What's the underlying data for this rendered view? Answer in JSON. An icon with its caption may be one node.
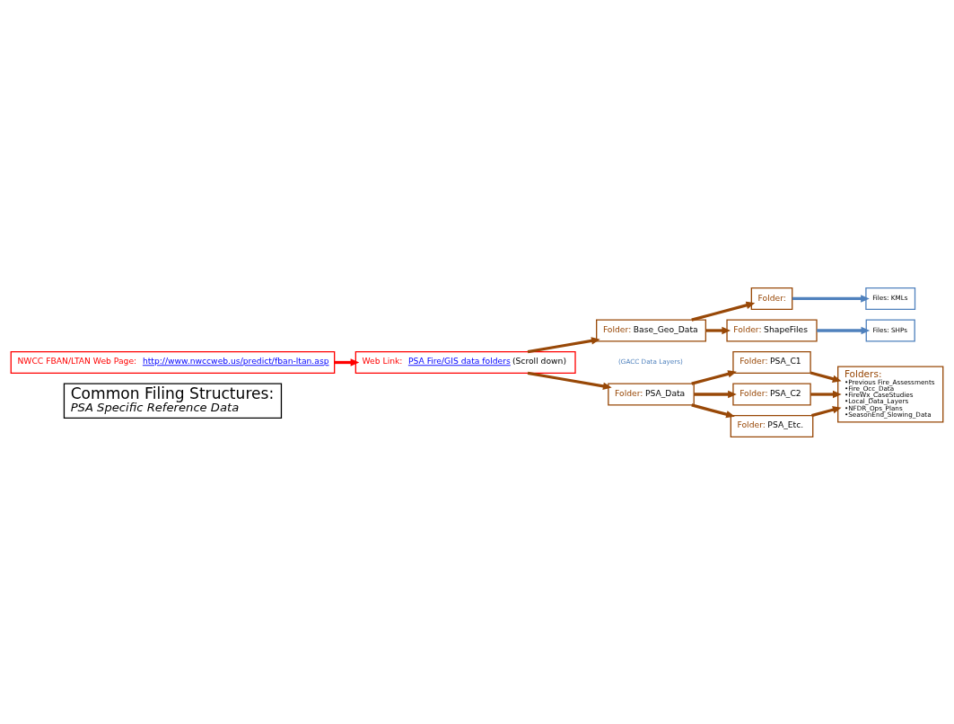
{
  "diagram": {
    "nodes": [
      {
        "text": [
          "Common Filing Structures:",
          "PSA Specific Reference Data"
        ]
      },
      {
        "text": [
          "NWCC FBAN/LTAN Web Page:",
          "http://www.nwccweb.us/predict/fban-ltan.asp"
        ]
      },
      {
        "text": [
          "Web Link:",
          "PSA Fire/GIS data folders",
          "(Scroll down)"
        ]
      },
      {
        "text": [
          "Folder:",
          "Base_Geo_Data"
        ],
        "beside": [
          "(GACC Data Layers)"
        ]
      },
      {
        "text": [
          "Folder:"
        ]
      },
      {
        "text": [
          "Files: KMLs"
        ]
      },
      {
        "text": [
          "Folder:",
          "ShapeFiles"
        ]
      },
      {
        "text": [
          "Files: SHPs"
        ]
      },
      {
        "text": [
          "Folder:",
          "PSA_Data"
        ]
      },
      {
        "text": [
          "Folder:",
          "PSA_C1"
        ]
      },
      {
        "text": [
          "Folder:",
          "PSA_C2"
        ]
      },
      {
        "text": [
          "Folder:",
          "PSA_Etc."
        ]
      },
      {
        "text": [
          "Folders:",
          "•Previous Fire_Assessments",
          "•Fire_Occ_Data",
          "•FireWx_CaseStudies",
          "•Local_Data_Layers",
          "•NFDR_Ops_Plans",
          "•SeasonEnd_Slowing_Data"
        ]
      }
    ],
    "edges": [
      {
        "from": 1,
        "to": 2,
        "arrow": "to",
        "color": "#ff0000"
      },
      {
        "from": 2,
        "to": 3,
        "arrow": "to"
      },
      {
        "from": 2,
        "to": 8,
        "arrow": "to"
      },
      {
        "from": 3,
        "to": 4,
        "arrow": "to"
      },
      {
        "from": 3,
        "to": 6,
        "arrow": "to"
      },
      {
        "from": 4,
        "to": 5,
        "arrow": "to",
        "color": "#4f81bd"
      },
      {
        "from": 6,
        "to": 7,
        "arrow": "to",
        "color": "#4f81bd"
      },
      {
        "from": 8,
        "to": 9,
        "arrow": "to"
      },
      {
        "from": 8,
        "to": 10,
        "arrow": "to"
      },
      {
        "from": 8,
        "to": 11,
        "arrow": "to"
      },
      {
        "from": 9,
        "to": 12,
        "arrow": "to"
      },
      {
        "from": 10,
        "to": 12,
        "arrow": "to"
      },
      {
        "from": 11,
        "to": 12,
        "arrow": "to"
      }
    ]
  }
}
